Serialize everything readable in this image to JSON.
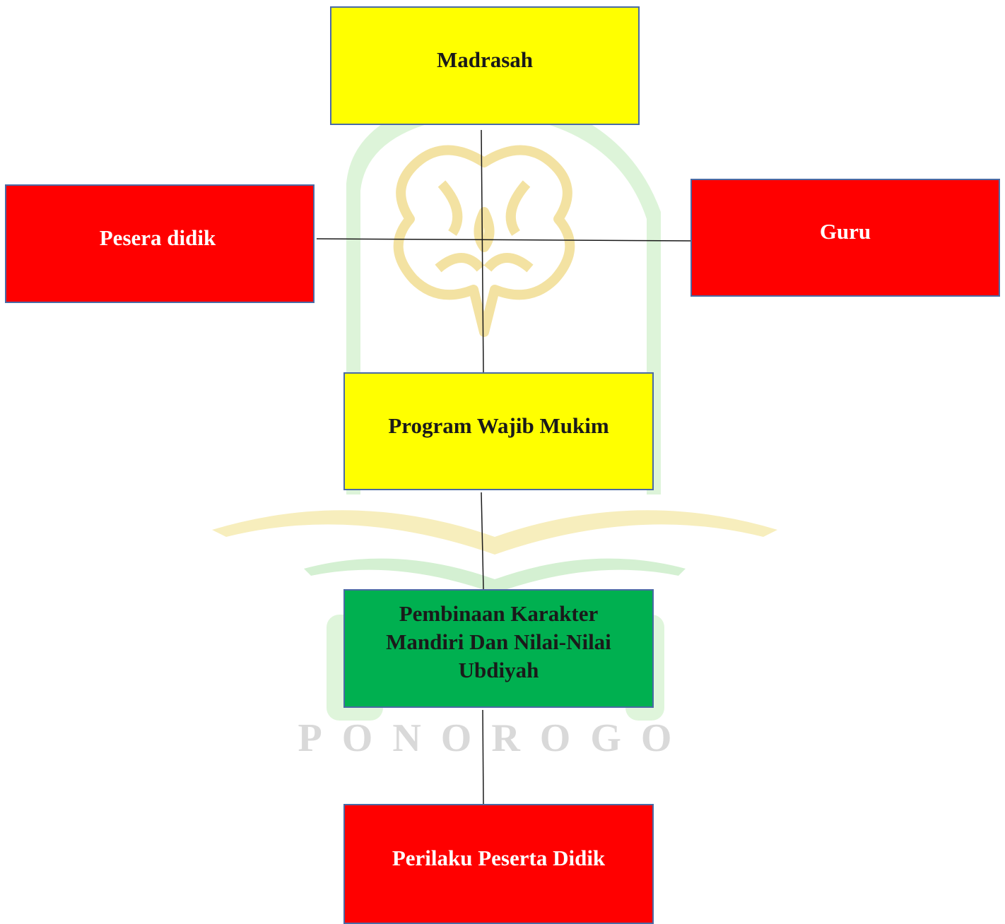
{
  "diagram": {
    "nodes": [
      {
        "id": "madrasah",
        "label": "Madrasah",
        "color": "#ffff00"
      },
      {
        "id": "peserta",
        "label": "Pesera didik",
        "color": "#ff0000"
      },
      {
        "id": "guru",
        "label": "Guru",
        "color": "#ff0000"
      },
      {
        "id": "program",
        "label": "Program Wajib Mukim",
        "color": "#ffff00"
      },
      {
        "id": "pembinaan",
        "label": "Pembinaan Karakter Mandiri Dan Nilai-Nilai Ubdiyah",
        "color": "#00b050"
      },
      {
        "id": "perilaku",
        "label": "Perilaku Peserta Didik",
        "color": "#ff0000"
      }
    ],
    "edges": [
      {
        "from": "madrasah",
        "to": "program"
      },
      {
        "from": "peserta",
        "to": "guru"
      },
      {
        "from": "program",
        "to": "pembinaan"
      },
      {
        "from": "pembinaan",
        "to": "perilaku"
      }
    ]
  },
  "watermark": {
    "text": "PONOROGO",
    "colors": {
      "gold": "#f6e7a8",
      "green": "#c9efc9",
      "gray": "#d9d9d9"
    }
  }
}
